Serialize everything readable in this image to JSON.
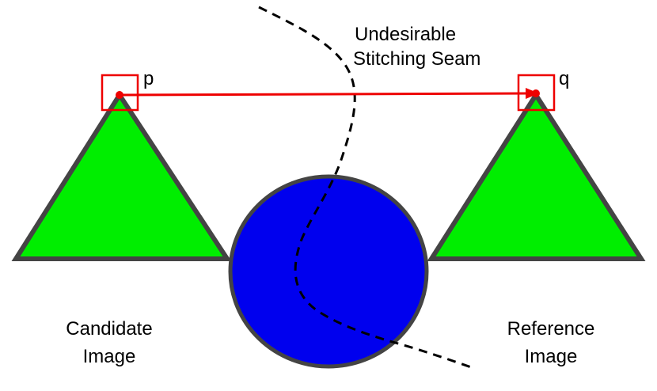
{
  "labels": {
    "seam_line1": "Undesirable",
    "seam_line2": "Stitching Seam",
    "point_p": "p",
    "point_q": "q",
    "candidate_line1": "Candidate",
    "candidate_line2": "Image",
    "reference_line1": "Reference",
    "reference_line2": "Image"
  },
  "colors": {
    "triangle_fill": "#00ee00",
    "shape_stroke": "#444444",
    "circle_fill": "#0000ee",
    "marker_red": "#ee0000",
    "seam_line": "#000000"
  }
}
